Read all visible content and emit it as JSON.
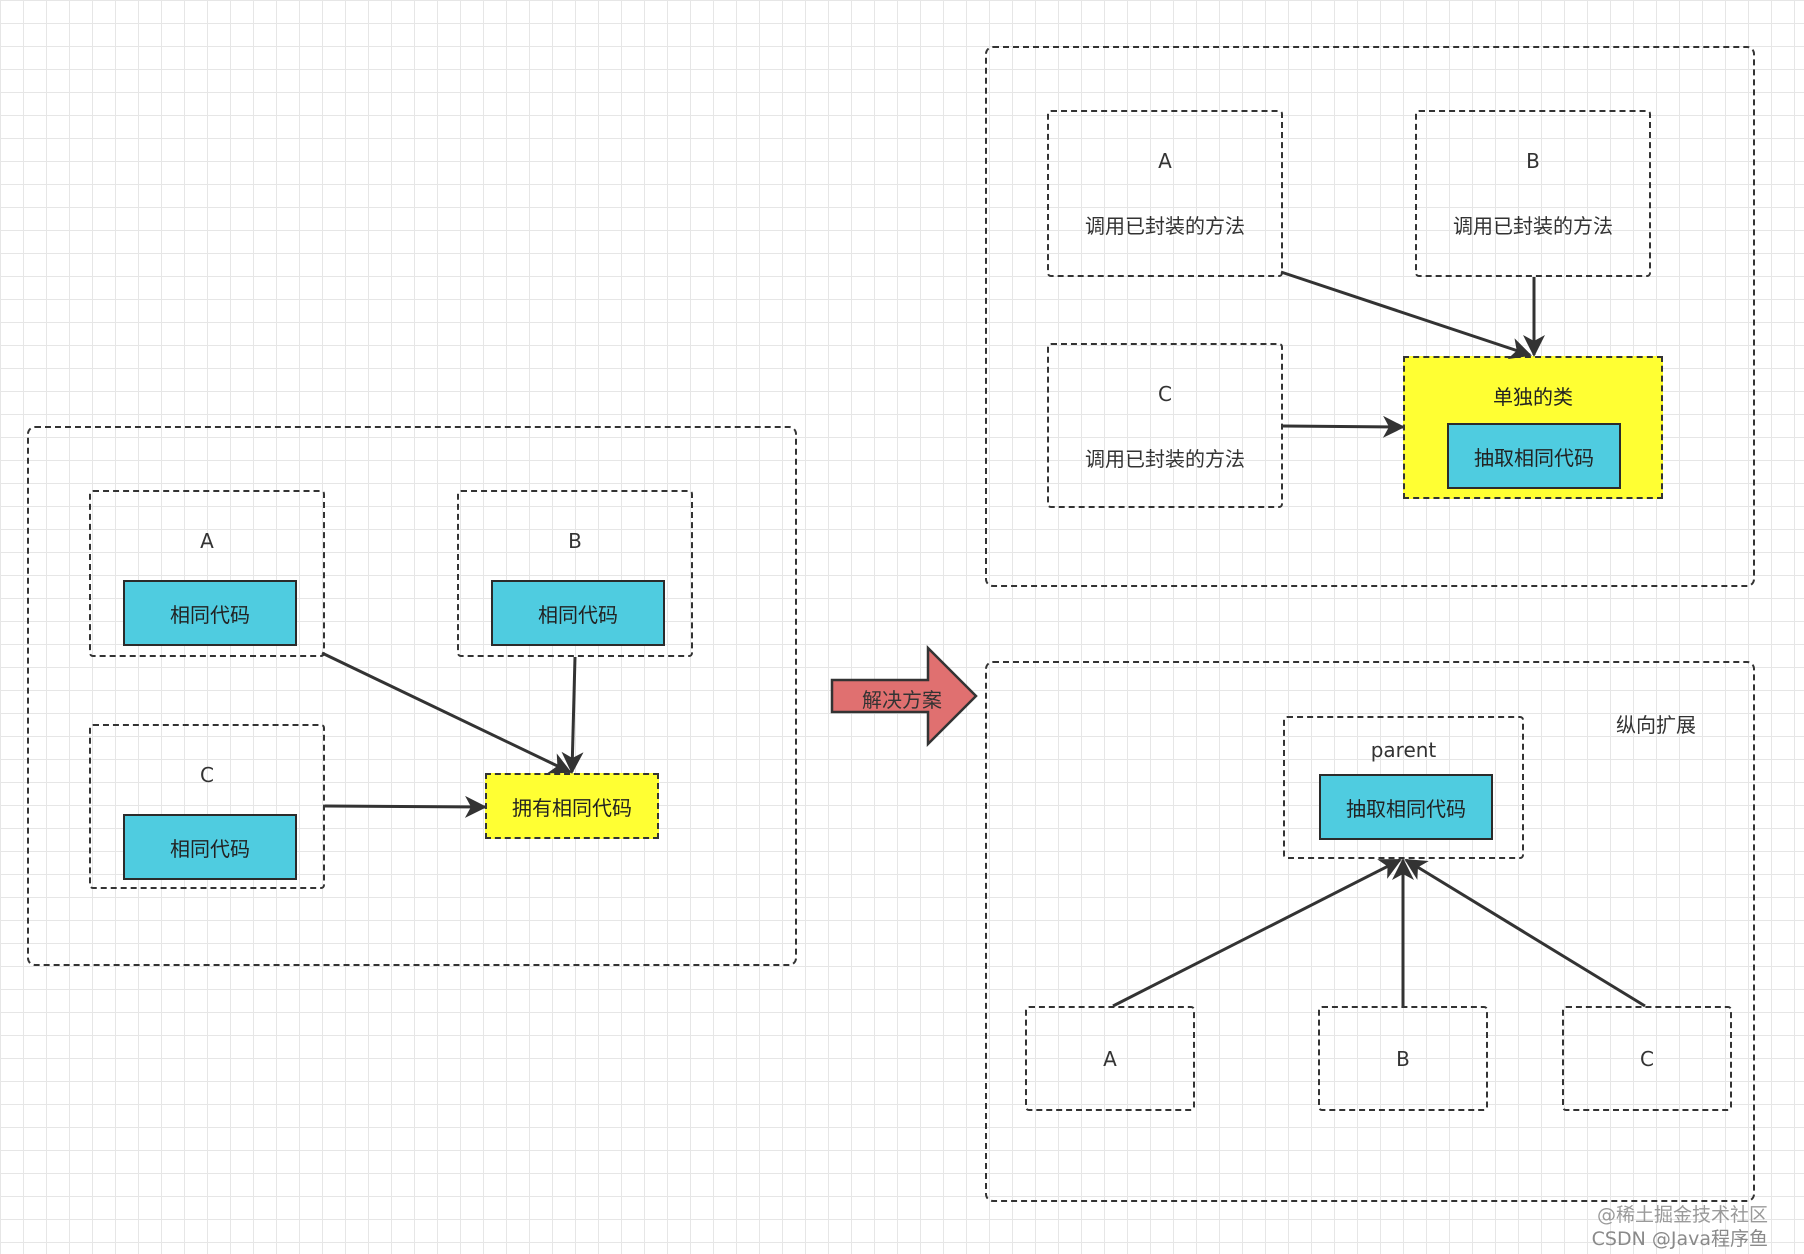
{
  "left": {
    "nodes": [
      {
        "title": "A",
        "inner": "相同代码"
      },
      {
        "title": "B",
        "inner": "相同代码"
      },
      {
        "title": "C",
        "inner": "相同代码"
      }
    ],
    "target": "拥有相同代码"
  },
  "solution_label": "解决方案",
  "top_right": {
    "nodes": [
      {
        "title": "A",
        "subtitle": "调用已封装的方法"
      },
      {
        "title": "B",
        "subtitle": "调用已封装的方法"
      },
      {
        "title": "C",
        "subtitle": "调用已封装的方法"
      }
    ],
    "target_title": "单独的类",
    "target_inner": "抽取相同代码"
  },
  "bottom_right": {
    "label": "纵向扩展",
    "parent_title": "parent",
    "parent_inner": "抽取相同代码",
    "children": [
      "A",
      "B",
      "C"
    ]
  },
  "watermark": {
    "line1": "@稀土掘金技术社区",
    "line2": "CSDN @Java程序鱼"
  },
  "colors": {
    "cyan": "#4fcce0",
    "yellow": "#ffff33",
    "arrow_red": "#e07070"
  }
}
